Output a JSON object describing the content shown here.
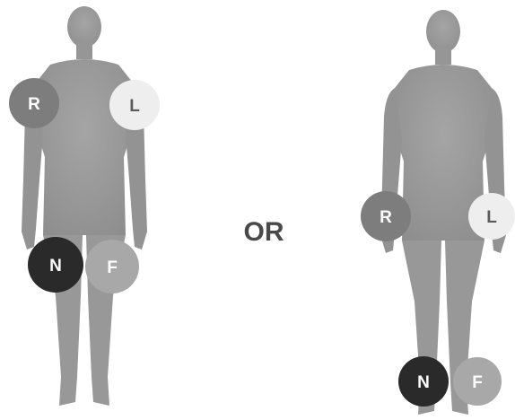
{
  "separator_text": "OR",
  "colors": {
    "body": "#9b9b9b",
    "body_shadow": "#8a8a8a",
    "background": "#ffffff"
  },
  "left_figure": {
    "electrodes": [
      {
        "id": "R",
        "label": "R",
        "fill": "#7d7d7d",
        "text_color": "#ffffff"
      },
      {
        "id": "L",
        "label": "L",
        "fill": "#eeeeee",
        "text_color": "#5a5a5a"
      },
      {
        "id": "N",
        "label": "N",
        "fill": "#2a2a2a",
        "text_color": "#ffffff"
      },
      {
        "id": "F",
        "label": "F",
        "fill": "#a8a8a8",
        "text_color": "#ffffff"
      }
    ]
  },
  "right_figure": {
    "electrodes": [
      {
        "id": "R",
        "label": "R",
        "fill": "#7d7d7d",
        "text_color": "#ffffff"
      },
      {
        "id": "L",
        "label": "L",
        "fill": "#eeeeee",
        "text_color": "#5a5a5a"
      },
      {
        "id": "N",
        "label": "N",
        "fill": "#2a2a2a",
        "text_color": "#ffffff"
      },
      {
        "id": "F",
        "label": "F",
        "fill": "#a8a8a8",
        "text_color": "#ffffff"
      }
    ]
  }
}
